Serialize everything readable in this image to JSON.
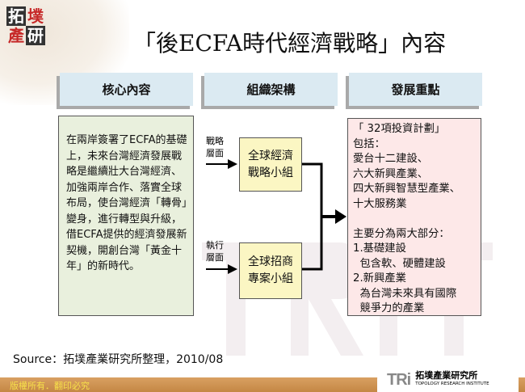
{
  "logo": {
    "chars": [
      "拓",
      "墣",
      "產",
      "研"
    ]
  },
  "title": "「後ECFA時代經濟戰略」內容",
  "headers": [
    "核心內容",
    "組織架構",
    "發展重點"
  ],
  "core_content": "在兩岸簽署了ECFA的基礎上，未來台灣經濟發展戰略是繼續壯大台灣經濟、加強兩岸合作、落實全球布局，使台灣經濟「轉骨」變身，進行轉型與升級，借ECFA提供的經濟發展新契機，開創台灣「黃金十年」的新時代。",
  "org": {
    "strategy_label": "戰略\n層面",
    "strategy_group": "全球經濟\n戰略小組",
    "exec_label": "執行\n層面",
    "exec_group": "全球招商\n專案小組"
  },
  "focus": "「 32項投資計劃」\n包括：\n愛台十二建設、\n六大新興產業、\n四大新興智慧型產業、\n十大服務業\n\n主要分為兩大部分：\n1.基礎建設\n  包含軟、硬體建設\n2.新興產業\n  為台灣未來具有國際\n  競爭力的產業",
  "source": "Source：拓墣產業研究所整理，2010/08",
  "footer": {
    "copyright": "版權所有．翻印必究",
    "brand_mark": "TRi",
    "brand_name": "拓墣產業研究所",
    "brand_en": "TOPOLOGY RESEARCH INSTITUTE"
  }
}
